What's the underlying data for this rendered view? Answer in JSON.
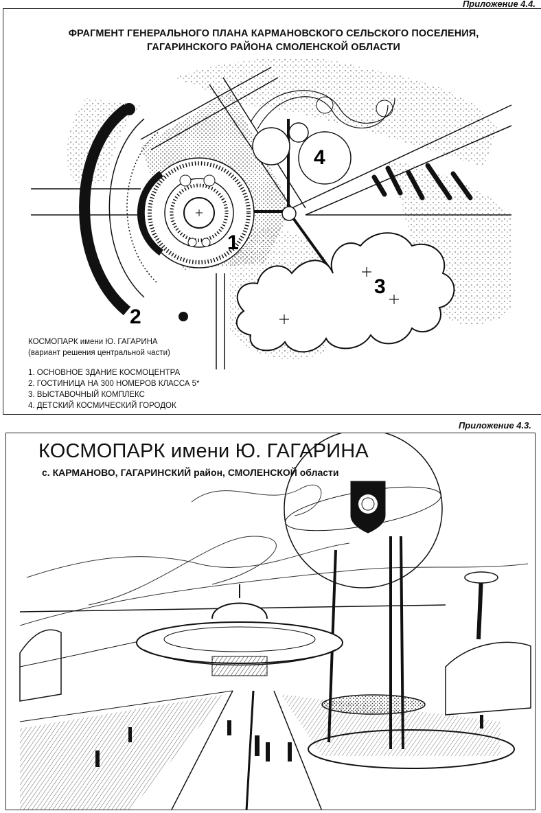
{
  "top": {
    "appendix_label": "Приложение 4.4.",
    "title_line1": "ФРАГМЕНТ ГЕНЕРАЛЬНОГО ПЛАНА КАРМАНОВСКОГО СЕЛЬСКОГО ПОСЕЛЕНИЯ,",
    "title_line2": "ГАГАРИНСКОГО РАЙОНА СМОЛЕНСКОЙ ОБЛАСТИ",
    "plan_numbers": [
      "1",
      "2",
      "3",
      "4"
    ],
    "legend_title": "КОСМОПАРК имени Ю. ГАГАРИНА",
    "legend_subtitle": "(вариант решения центральной части)",
    "legend_items": [
      "1. ОСНОВНОЕ ЗДАНИЕ КОСМОЦЕНТРА",
      "2. ГОСТИНИЦА НА 300 НОМЕРОВ КЛАССА 5*",
      "3. ВЫСТАВОЧНЫЙ КОМПЛЕКС",
      "4. ДЕТСКИЙ КОСМИЧЕСКИЙ ГОРОДОК"
    ]
  },
  "bottom": {
    "appendix_label": "Приложение 4.3.",
    "title": "КОСМОПАРК имени Ю. ГАГАРИНА",
    "subtitle": "с. КАРМАНОВО, ГАГАРИНСКИЙ район, СМОЛЕНСКОЙ области"
  }
}
